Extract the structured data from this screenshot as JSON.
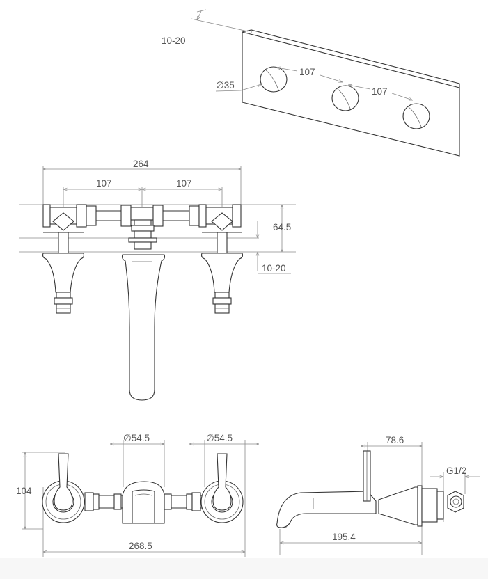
{
  "panel_dims": {
    "wall_thickness": "10-20",
    "hole_diameter": "∅35",
    "spacing_1": "107",
    "spacing_2": "107"
  },
  "front_dims": {
    "overall_width": "264",
    "left_spacing": "107",
    "right_spacing": "107",
    "height": "64.5",
    "wall_range": "10-20"
  },
  "rear_dims": {
    "height": "104",
    "left_flange": "∅54.5",
    "right_flange": "∅54.5",
    "overall_width": "268.5"
  },
  "side_dims": {
    "depth": "78.6",
    "thread": "G1/2",
    "projection": "195.4"
  },
  "colors": {
    "line": "#333333",
    "dimension": "#8a8a8a",
    "text": "#555555"
  }
}
